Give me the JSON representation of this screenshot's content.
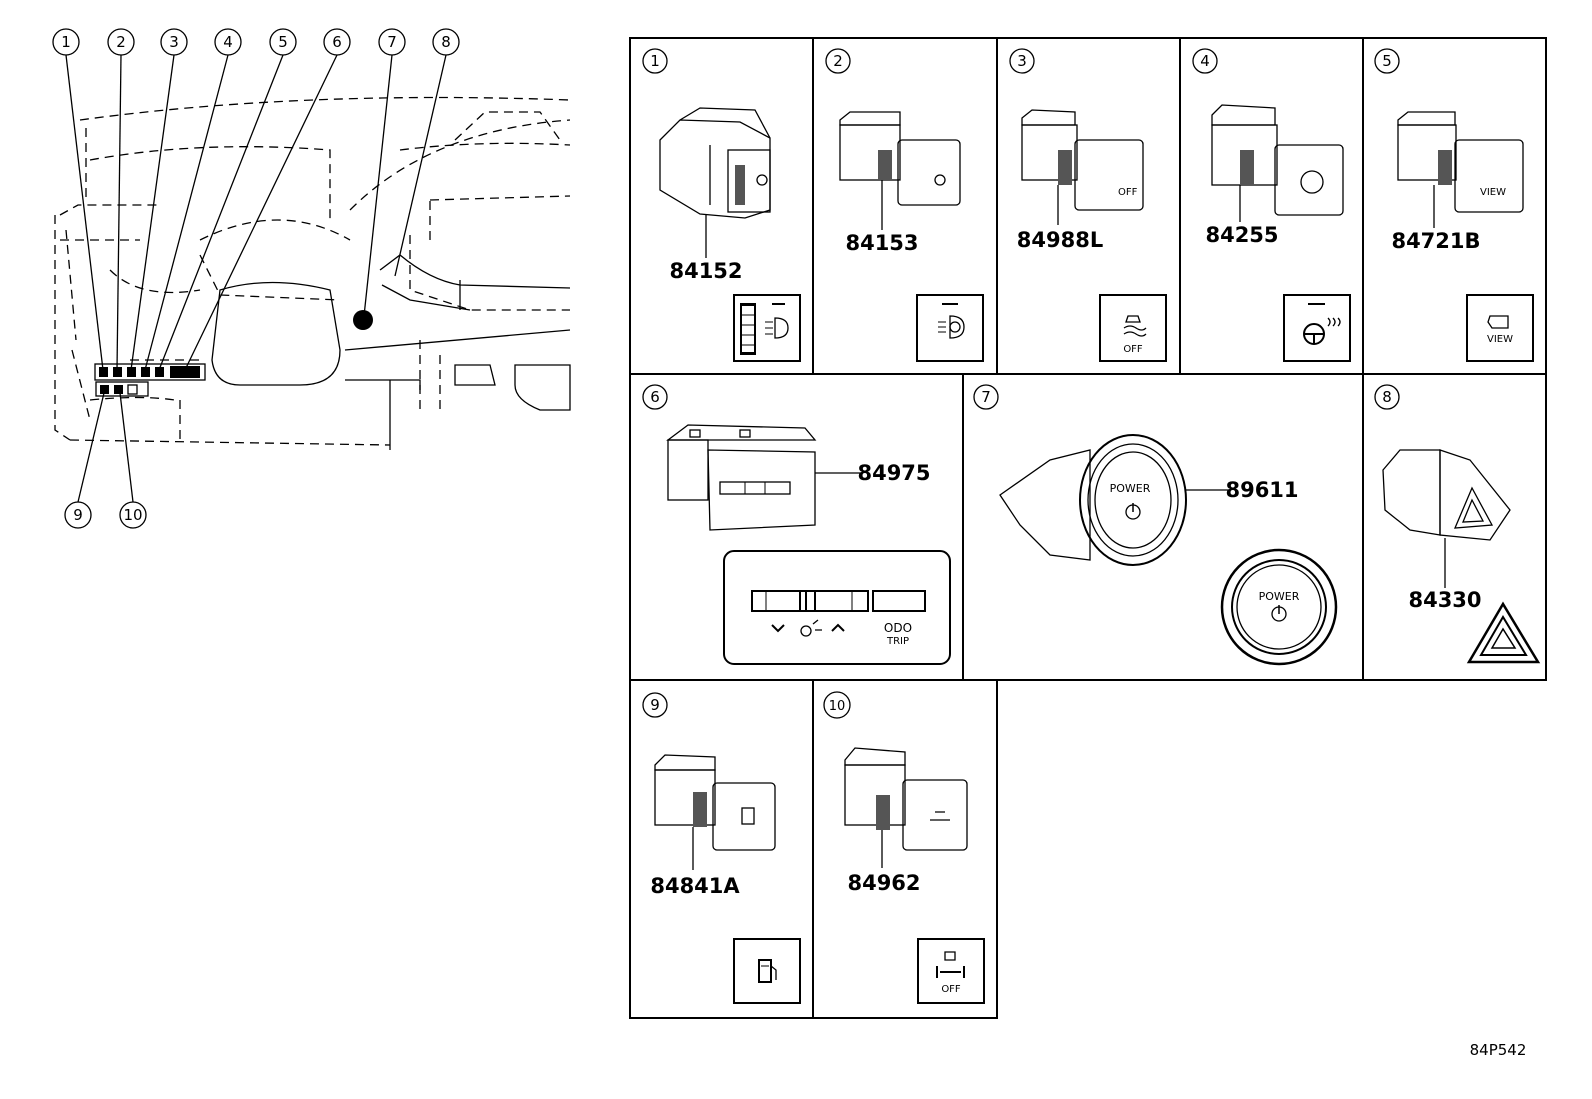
{
  "overview": {
    "callout_numbers": [
      "1",
      "2",
      "3",
      "4",
      "5",
      "6",
      "7",
      "8",
      "9",
      "10"
    ]
  },
  "panels": [
    {
      "number": "1",
      "part": "84152"
    },
    {
      "number": "2",
      "part": "84153"
    },
    {
      "number": "3",
      "part": "84988L"
    },
    {
      "number": "4",
      "part": "84255"
    },
    {
      "number": "5",
      "part": "84721B"
    },
    {
      "number": "6",
      "part": "84975"
    },
    {
      "number": "7",
      "part": "89611"
    },
    {
      "number": "8",
      "part": "84330"
    },
    {
      "number": "9",
      "part": "84841A"
    },
    {
      "number": "10",
      "part": "84962"
    }
  ],
  "icon_text": {
    "off": "OFF",
    "view": "VIEW",
    "power": "POWER",
    "odo": "ODO",
    "trip": "TRIP"
  },
  "diagram_code": "84P542",
  "icons": [
    "headlamp-leveling-icon",
    "auto-headlamp-icon",
    "traction-control-off-icon",
    "steering-heater-icon",
    "camera-view-icon",
    "odo-trip-icon",
    "power-button-icon",
    "hazard-triangle-icon",
    "fuel-door-icon",
    "suspension-off-icon"
  ]
}
